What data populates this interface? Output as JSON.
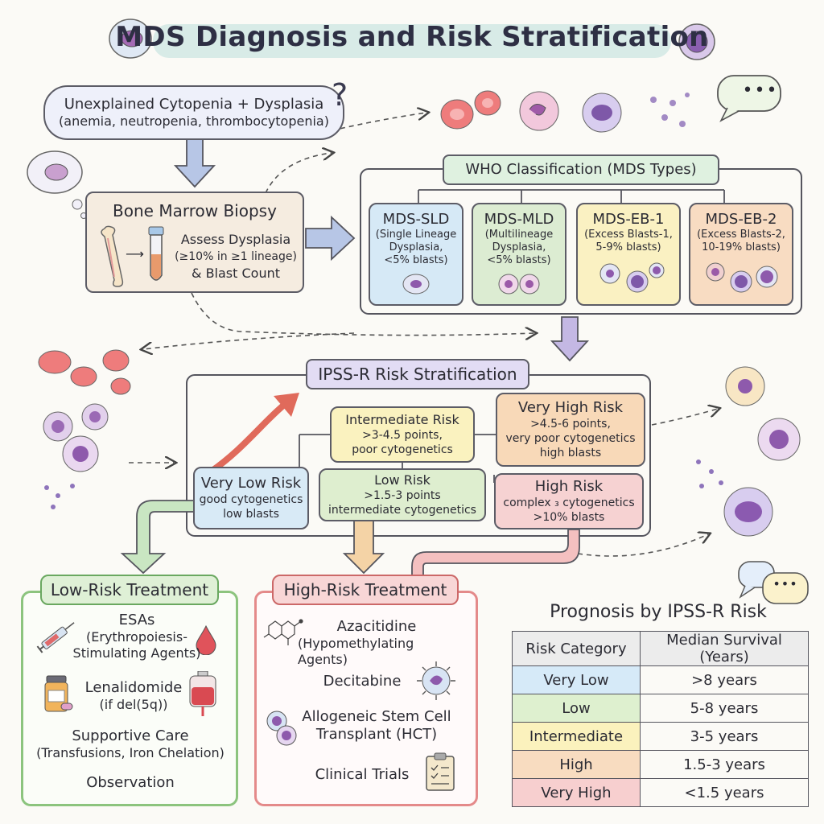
{
  "title": "MDS Diagnosis and Risk Stratification",
  "start": {
    "line1": "Unexplained Cytopenia + Dysplasia",
    "line2": "(anemia, neutropenia, thrombocytopenia)"
  },
  "biopsy": {
    "title": "Bone Marrow Biopsy",
    "desc": [
      "Assess Dysplasia",
      "(≥10% in ≥1 lineage)",
      "& Blast Count"
    ]
  },
  "who": {
    "title": "WHO Classification (MDS Types)",
    "types": [
      {
        "name": "MDS-SLD",
        "desc": [
          "(Single Lineage",
          "Dysplasia,",
          "<5% blasts)"
        ],
        "color": "#d6e9f6"
      },
      {
        "name": "MDS-MLD",
        "desc": [
          "(Multilineage",
          "Dysplasia,",
          "<5% blasts)"
        ],
        "color": "#dcecd2"
      },
      {
        "name": "MDS-EB-1",
        "desc": [
          "(Excess Blasts-1,",
          "5-9% blasts)"
        ],
        "color": "#faf1c2"
      },
      {
        "name": "MDS-EB-2",
        "desc": [
          "(Excess Blasts-2,",
          "10-19% blasts)"
        ],
        "color": "#f8dcc2"
      }
    ]
  },
  "ipss": {
    "title": "IPSS-R Risk Stratification",
    "very_low": {
      "name": "Very Low Risk",
      "desc": [
        "good cytogenetics",
        "low blasts"
      ],
      "color": "#d8eaf6"
    },
    "intermediate": {
      "name": "Intermediate Risk",
      "desc": [
        ">3-4.5 points,",
        "poor cytogenetics"
      ],
      "color": "#faf2bf"
    },
    "low": {
      "name": "Low Risk",
      "desc": [
        ">1.5-3 points",
        "intermediate cytogenetics"
      ],
      "color": "#deeecf"
    },
    "very_high": {
      "name": "Very High Risk",
      "desc": [
        ">4.5-6 points,",
        "very poor cytogenetics",
        "high blasts"
      ],
      "color": "#f8d9b8"
    },
    "high": {
      "name": "High Risk",
      "desc": [
        "complex ₃ cytogenetics",
        ">10% blasts"
      ],
      "color": "#f6d2d2"
    }
  },
  "low_treatment": {
    "title": "Low-Risk Treatment",
    "items": [
      [
        "ESAs",
        "(Erythropoiesis-",
        "Stimulating Agents)"
      ],
      [
        "Lenalidomide",
        "(if del(5q))"
      ],
      [
        "Supportive Care",
        "(Transfusions, Iron Chelation)"
      ],
      [
        "Observation"
      ]
    ]
  },
  "high_treatment": {
    "title": "High-Risk Treatment",
    "items": [
      [
        "Azacitidine",
        "(Hypomethylating Agents)"
      ],
      [
        "Decitabine"
      ],
      [
        "Allogeneic Stem Cell",
        "Transplant (HCT)"
      ],
      [
        "Clinical Trials"
      ]
    ]
  },
  "prognosis": {
    "title": "Prognosis by IPSS-R Risk",
    "headers": [
      "Risk Category",
      "Median Survival (Years)"
    ],
    "rows": [
      {
        "category": "Very Low",
        "survival": ">8 years",
        "color": "#d6eaf8"
      },
      {
        "category": "Low",
        "survival": "5-8 years",
        "color": "#def0cf"
      },
      {
        "category": "Intermediate",
        "survival": "3-5 years",
        "color": "#fbf2bd"
      },
      {
        "category": "High",
        "survival": "1.5-3 years",
        "color": "#f8dcc0"
      },
      {
        "category": "Very High",
        "survival": "<1.5 years",
        "color": "#f7cfcf"
      }
    ]
  },
  "speech_dots": "•••",
  "question_mark": "?"
}
